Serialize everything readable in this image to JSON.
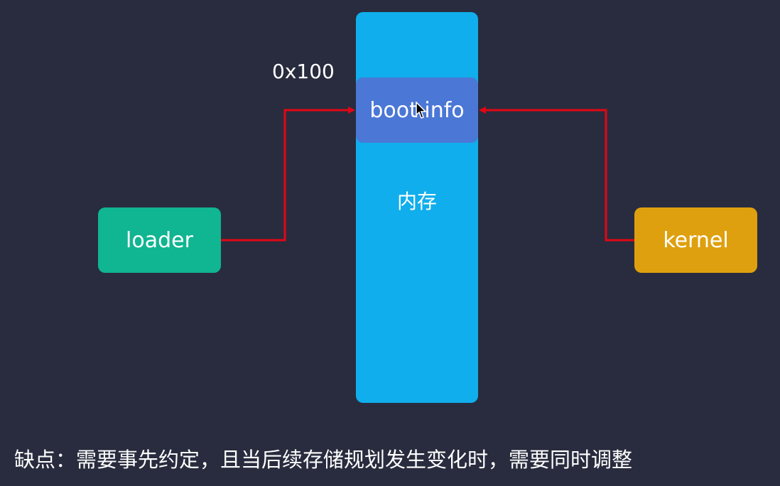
{
  "diagram": {
    "address_label": "0x100",
    "memory": {
      "label": "内存"
    },
    "boot_info": {
      "label": "boot info"
    },
    "loader": {
      "label": "loader"
    },
    "kernel": {
      "label": "kernel"
    },
    "caption": "缺点：需要事先约定，且当后续存储规划发生变化时，需要同时调整"
  },
  "colors": {
    "background": "#292c3e",
    "memory": "#10aeec",
    "boot_info": "#4b77d6",
    "loader": "#10b591",
    "kernel": "#dea00e",
    "arrow": "#e30613"
  }
}
